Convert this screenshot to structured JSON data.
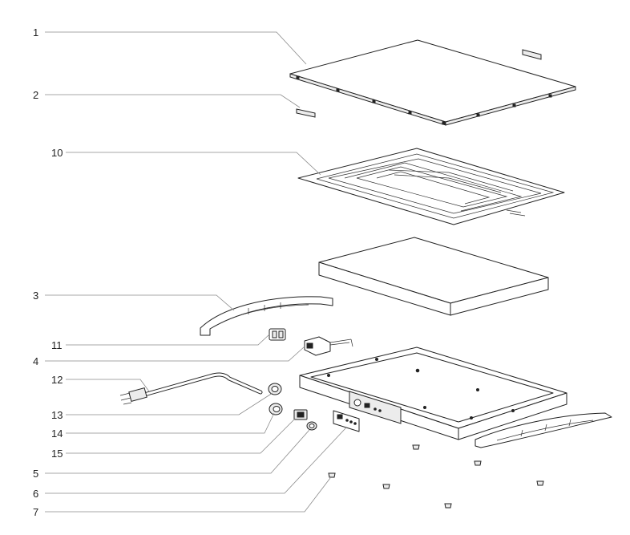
{
  "diagram": {
    "callouts": [
      {
        "id": "callout-1",
        "label": "1"
      },
      {
        "id": "callout-2",
        "label": "2"
      },
      {
        "id": "callout-10",
        "label": "10"
      },
      {
        "id": "callout-3",
        "label": "3"
      },
      {
        "id": "callout-11",
        "label": "11"
      },
      {
        "id": "callout-4",
        "label": "4"
      },
      {
        "id": "callout-12",
        "label": "12"
      },
      {
        "id": "callout-13",
        "label": "13"
      },
      {
        "id": "callout-14",
        "label": "14"
      },
      {
        "id": "callout-15",
        "label": "15"
      },
      {
        "id": "callout-5",
        "label": "5"
      },
      {
        "id": "callout-6",
        "label": "6"
      },
      {
        "id": "callout-7",
        "label": "7"
      }
    ]
  }
}
